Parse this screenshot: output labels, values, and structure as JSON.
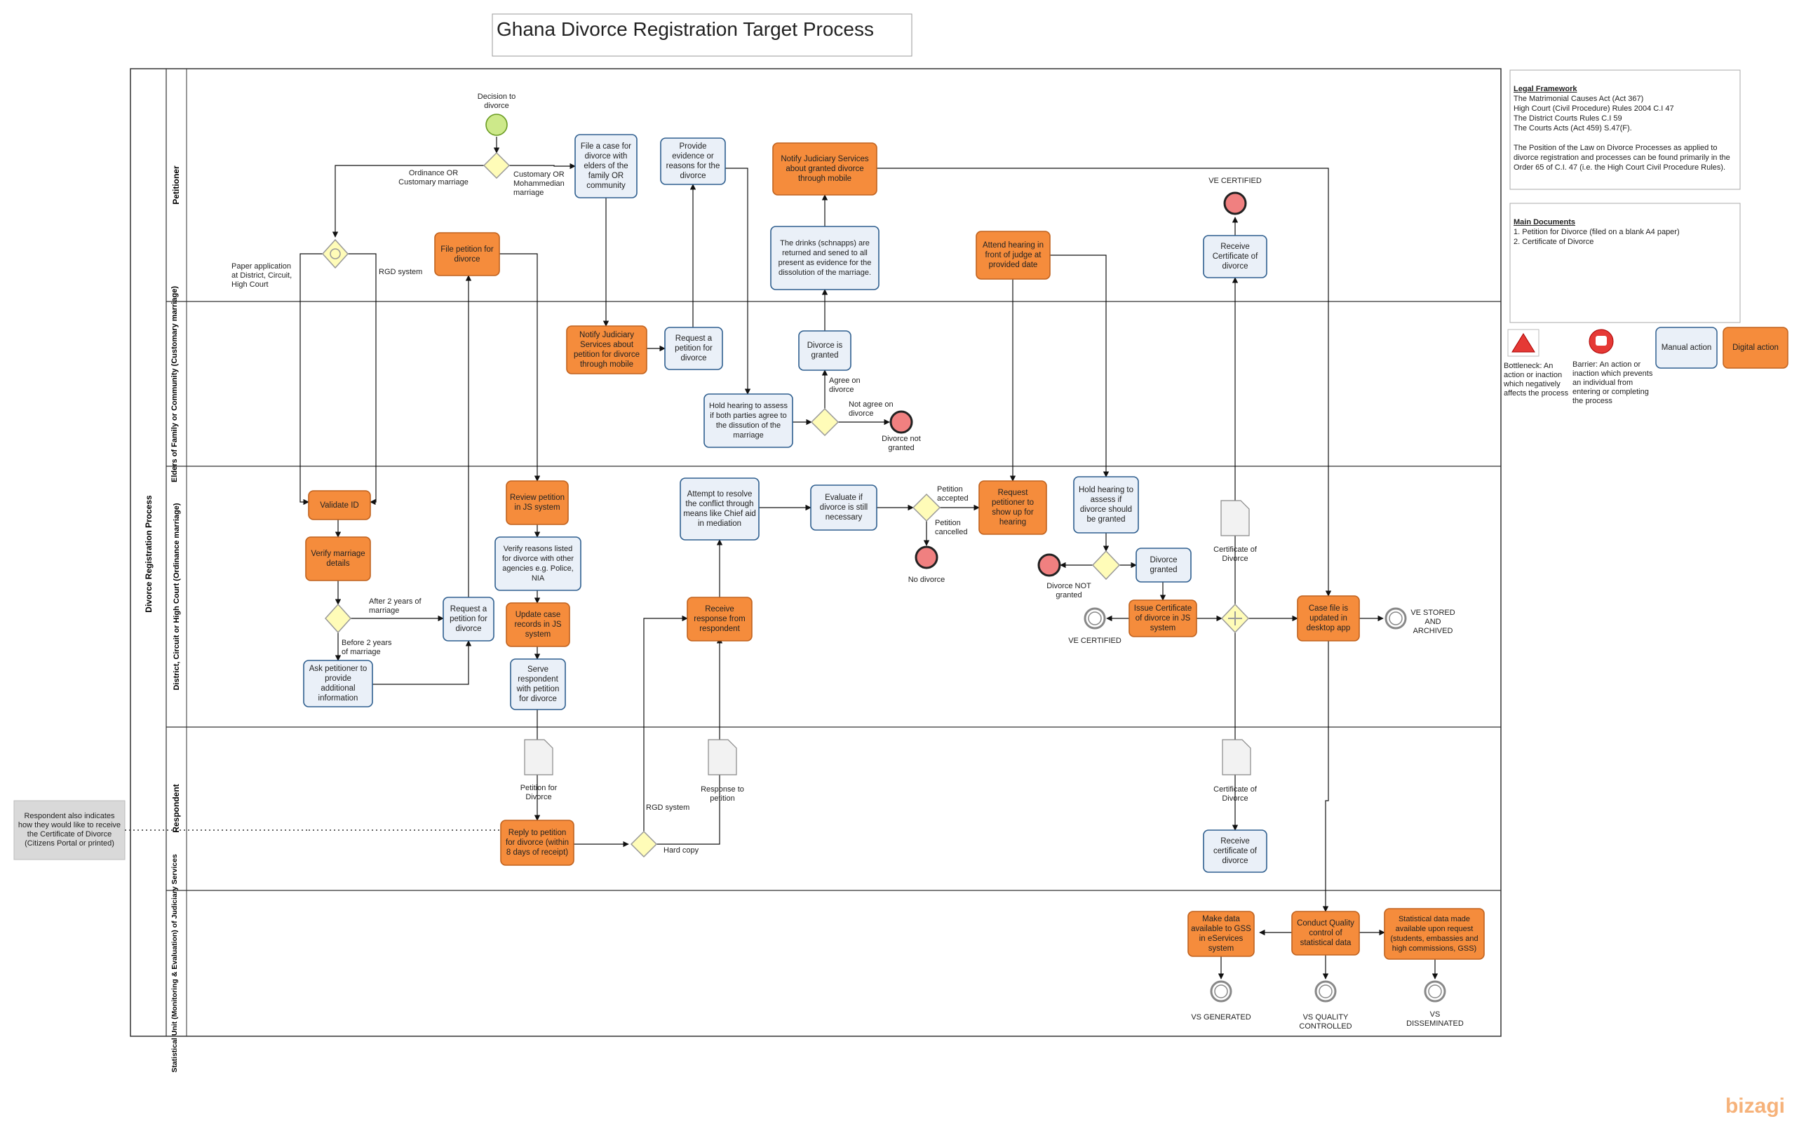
{
  "title": "Ghana Divorce Registration Target Process",
  "pool": "Divorce Registration Process",
  "lanes": {
    "petitioner": "Petitioner",
    "elders": "Elders of Family or Community (Customary marriage)",
    "court": "District, Circuit or High Court (Ordinance marriage)",
    "respondent": "Respondent",
    "stat": "Statistical Unit (Monitoring & Evaluation) of Judiciary Services"
  },
  "legal": {
    "heading": "Legal Framework",
    "body": "The Matrimonial Causes Act (Act 367)\nHigh Court (Civil Procedure) Rules 2004 C.I 47\nThe District Courts Rules C.I 59\nThe Courts Acts (Act 459) S.47(F).\n\nThe Position of the Law on Divorce Processes as applied to divorce registration and processes can be found primarily in the Order 65 of C.I. 47 (i.e. the High Court Civil Procedure Rules)."
  },
  "documents": {
    "heading": "Main Documents",
    "body": "1. Petition for Divorce (filed on a blank A4 paper)\n2. Certificate of Divorce"
  },
  "legend": {
    "bottleneck": "Bottleneck: An action or inaction which negatively affects the process",
    "barrier": "Barrier: An action or inaction which prevents an individual from entering or completing the process",
    "manual": "Manual action",
    "digital": "Digital action"
  },
  "side_note": "Respondent also indicates how they would like to receive the Certificate of Divorce (Citizens Portal or printed)",
  "tasks": {
    "file_case": "File a case for divorce with elders of the family OR community",
    "provide_evidence": "Provide evidence or reasons for the divorce",
    "notify_granted": "Notify Judiciary Services about granted divorce through mobile",
    "drinks": "The drinks (schnapps) are returned and sened to all present as evidence for the dissolution of the marriage.",
    "attend_hearing": "Attend hearing in front of judge at provided date",
    "receive_cert_pet": "Receive Certificate of divorce",
    "file_petition": "File petition for divorce",
    "notify_petition": "Notify Judiciary Services about petition for divorce through mobile",
    "request_petition_elders": "Request a petition for divorce",
    "divorce_granted_elders": "Divorce is granted",
    "hold_hearing_elders": "Hold hearing to assess if both parties agree to the dissution of the marriage",
    "validate_id": "Validate ID",
    "verify_marriage": "Verify marriage details",
    "ask_petitioner": "Ask petitioner to provide additional information",
    "request_petition_court": "Request a petition for divorce",
    "review_petition": "Review petition in JS system",
    "verify_reasons": "Verify reasons listed for divorce with other agencies e.g. Police, NIA",
    "update_case": "Update case records in JS system",
    "serve_respondent": "Serve respondent with petition for divorce",
    "attempt_resolve": "Attempt to resolve the conflict through means like Chief aid in mediation",
    "evaluate_divorce": "Evaluate if divorce is still necessary",
    "receive_response": "Receive response from respondent",
    "request_show_up": "Request petitioner to show up for hearing",
    "hold_hearing_court": "Hold hearing to assess if divorce should be granted",
    "divorce_granted_court": "Divorce granted",
    "issue_cert": "Issue Certificate of divorce in JS system",
    "case_file": "Case file is updated in desktop app",
    "reply_petition": "Reply to petition for divorce (within 8 days of receipt)",
    "receive_cert_resp": "Receive certificate of divorce",
    "make_data": "Make data available to GSS in eServices system",
    "quality_control": "Conduct Quality control of statistical data",
    "stat_available": "Statistical data made available upon request (students, embassies and high commissions, GSS)"
  },
  "labels": {
    "decision_start": "Decision to\ndivorce",
    "ordinance_customary": "Ordinance OR\nCustomary marriage",
    "customary_mohammedian": "Customary OR\nMohammedian\nmarriage",
    "paper_application": "Paper application\nat District, Circuit,\nHigh Court",
    "rgd_system_1": "RGD system",
    "ve_certified_top": "VE CERTIFIED",
    "agree": "Agree on\ndivorce",
    "not_agree": "Not agree on\ndivorce",
    "divorce_not_granted_elders": "Divorce not\ngranted",
    "after_2": "After 2 years of\nmarriage",
    "before_2": "Before 2 years\nof marriage",
    "petition_accepted": "Petition\naccepted",
    "petition_cancelled": "Petition\ncancelled",
    "no_divorce": "No divorce",
    "divorce_not_granted_court": "Divorce NOT\ngranted",
    "ve_certified_court": "VE CERTIFIED",
    "cert_doc_court": "Certificate of\nDivorce",
    "ve_stored": "VE STORED\nAND\nARCHIVED",
    "petition_doc": "Petition for\nDivorce",
    "response_doc": "Response to\npetition",
    "rgd_system_2": "RGD system",
    "hard_copy": "Hard copy",
    "cert_doc_resp": "Certificate of\nDivorce",
    "vs_generated": "VS GENERATED",
    "vs_quality": "VS QUALITY\nCONTROLLED",
    "vs_disseminated": "VS\nDISSEMINATED"
  },
  "colors": {
    "manual_fill": "#eaf0f8",
    "manual_stroke": "#2f5f8f",
    "digital_fill": "#f58c3c",
    "digital_stroke": "#c0621e",
    "gateway_fill": "#fffcb8",
    "start_fill": "#cde98a",
    "end_fill": "#f08080"
  },
  "brand": "bizagi"
}
